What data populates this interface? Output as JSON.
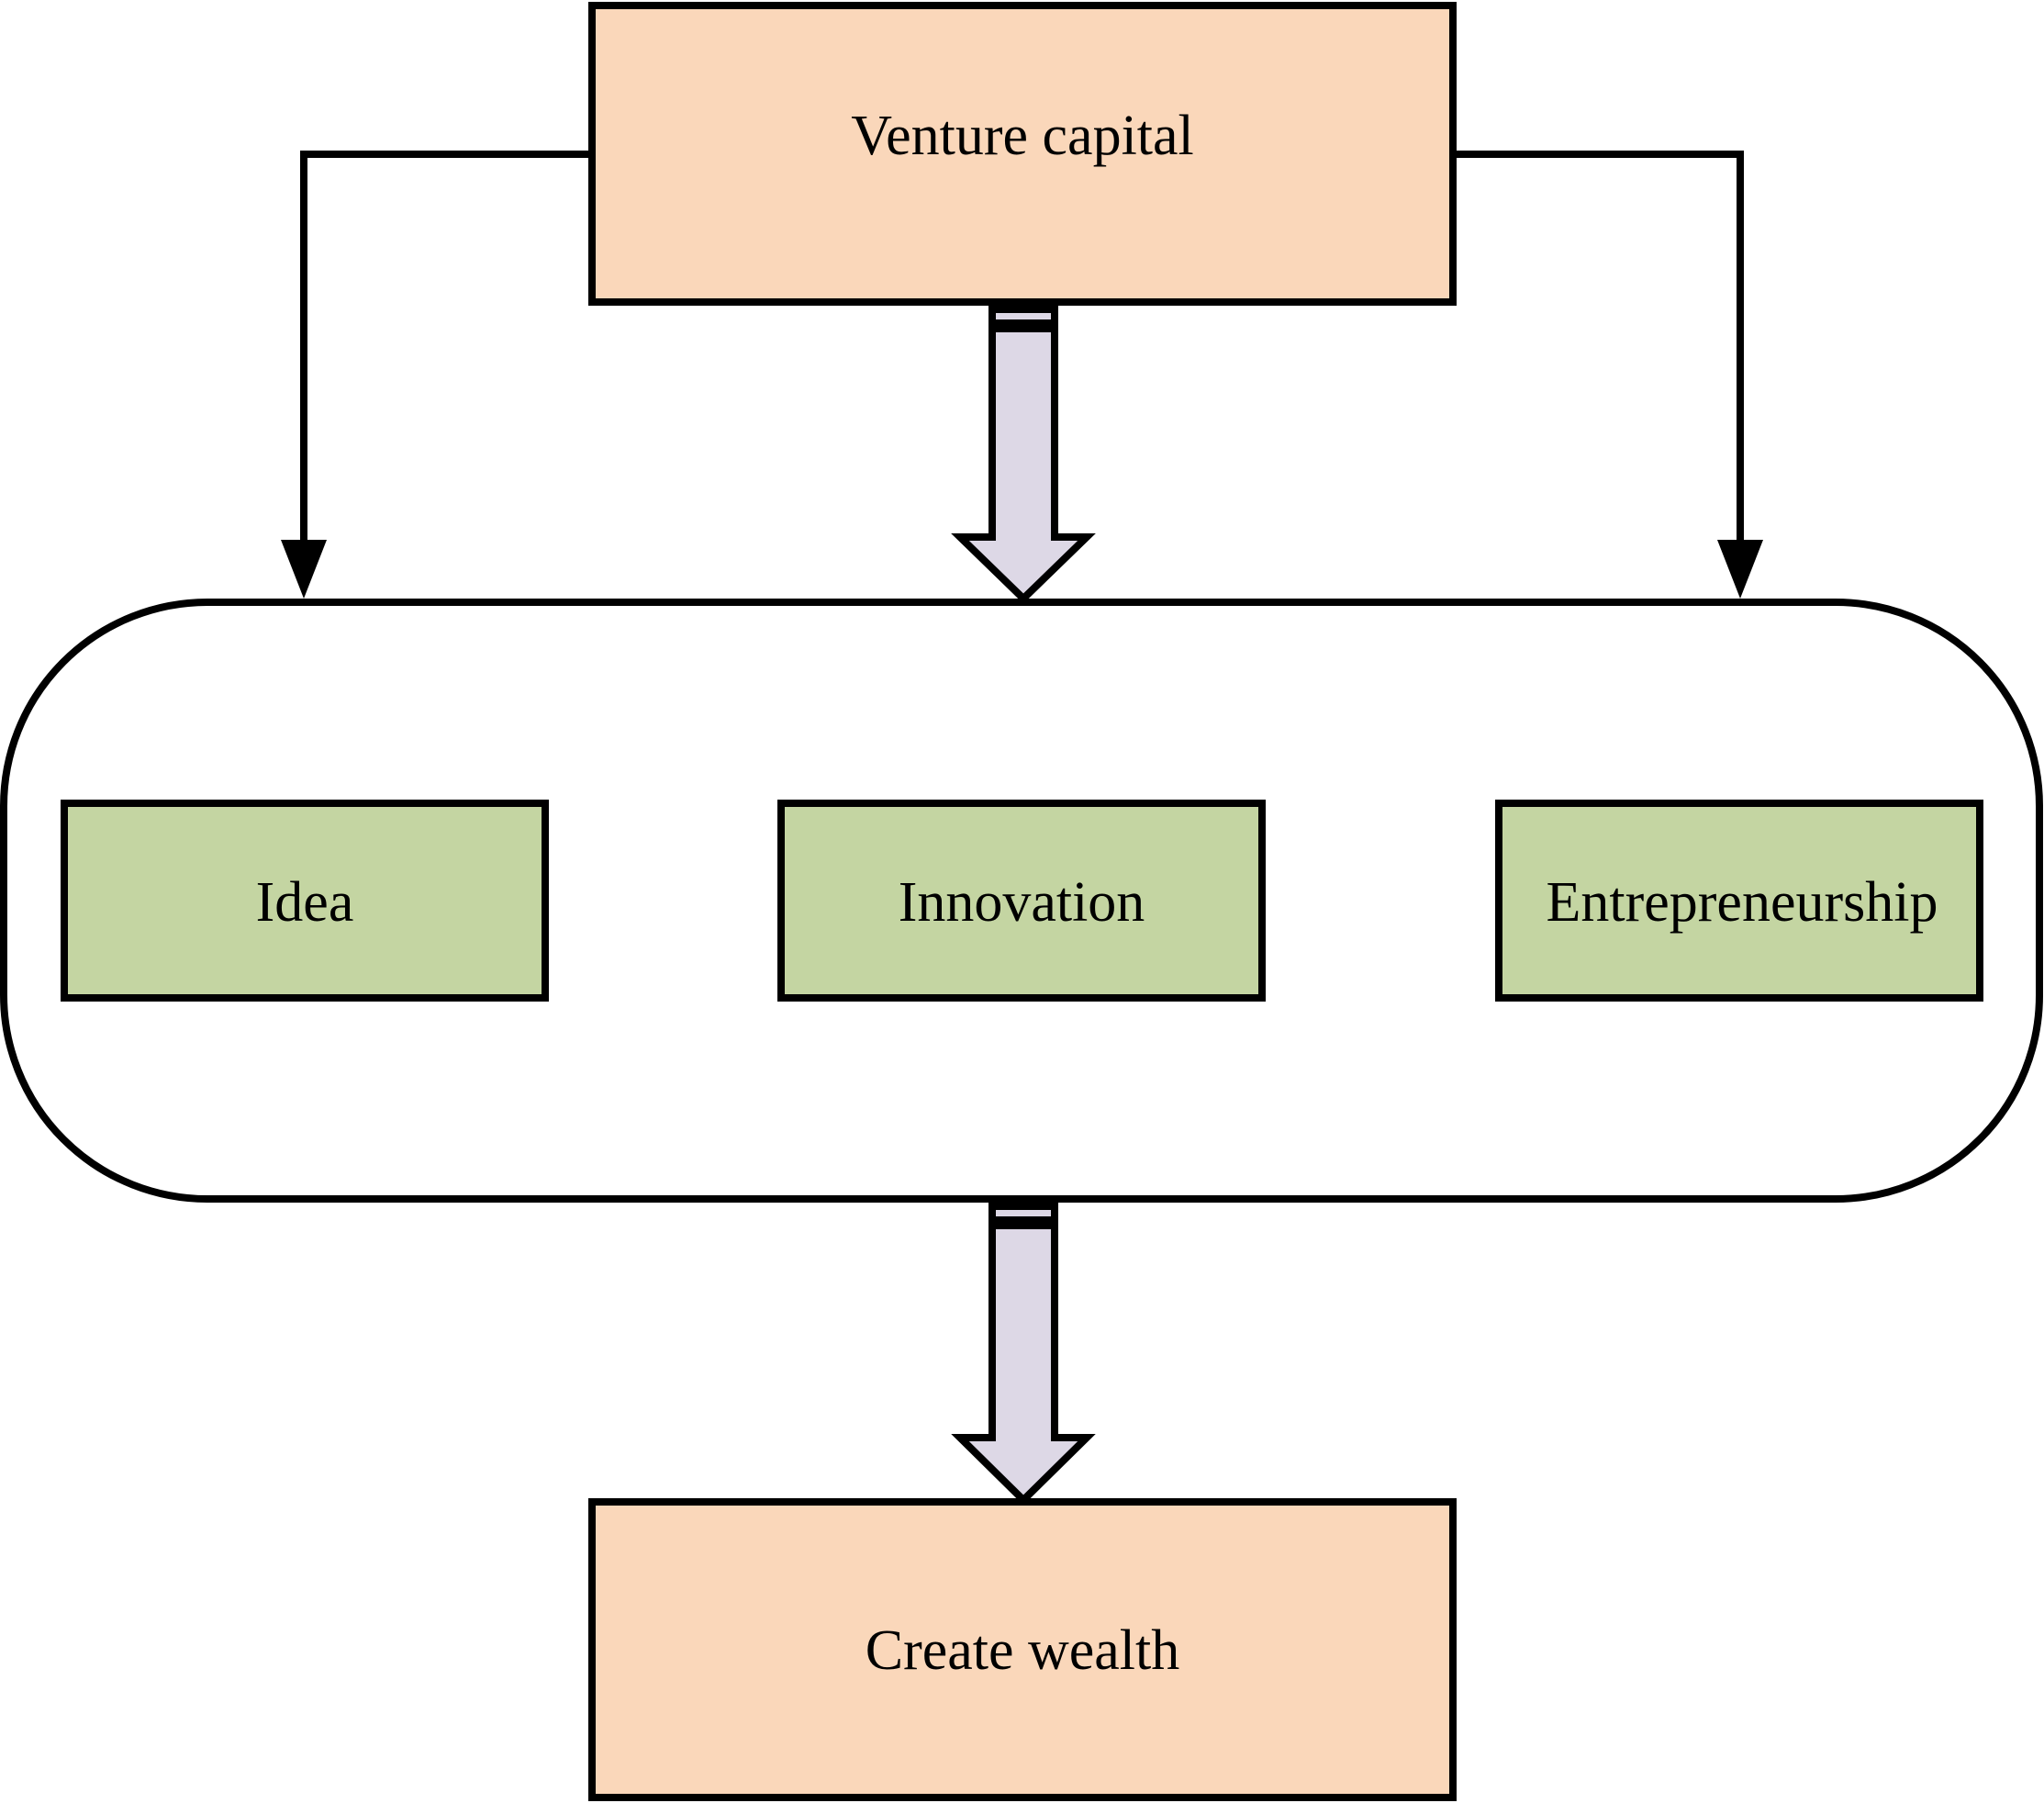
{
  "diagram": {
    "nodes": {
      "venture_capital": "Venture capital",
      "idea": "Idea",
      "innovation": "Innovation",
      "entrepreneurship": "Entrepreneurship",
      "create_wealth": "Create wealth"
    },
    "colors": {
      "orange_box": "#FAD7BA",
      "green_box": "#C4D5A2",
      "block_arrow": "#DDD8E6",
      "stroke": "#000000",
      "background": "#FFFFFF"
    }
  }
}
